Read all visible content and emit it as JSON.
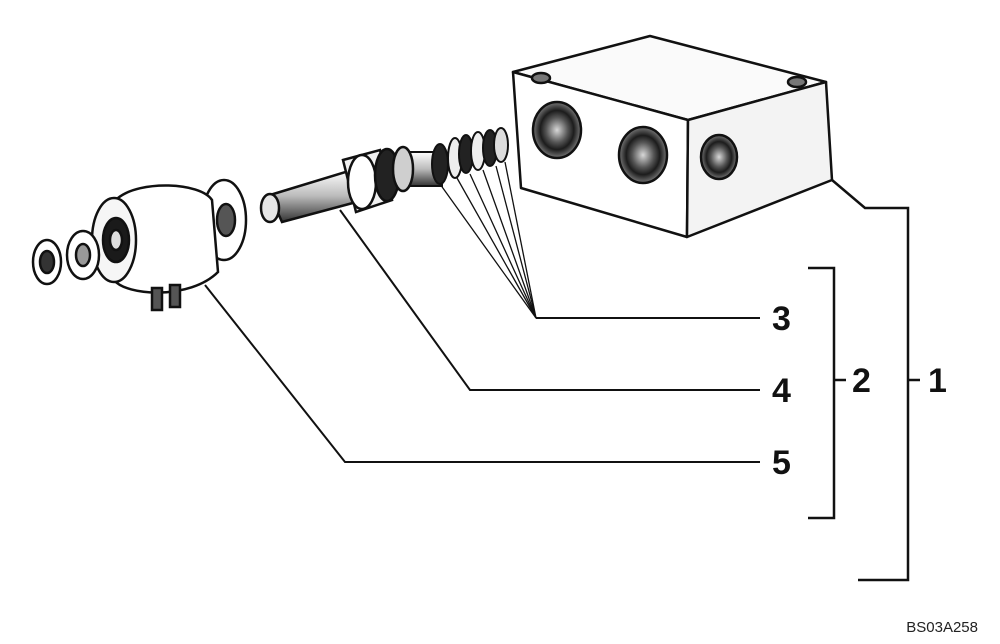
{
  "callouts": {
    "c1": "1",
    "c2": "2",
    "c3": "3",
    "c4": "4",
    "c5": "5"
  },
  "reference_code": "BS03A258",
  "colors": {
    "ink": "#111111",
    "part_fill": "#ffffff",
    "shade_dark": "#2a2a2a",
    "shade_mid": "#9a9a9a"
  }
}
